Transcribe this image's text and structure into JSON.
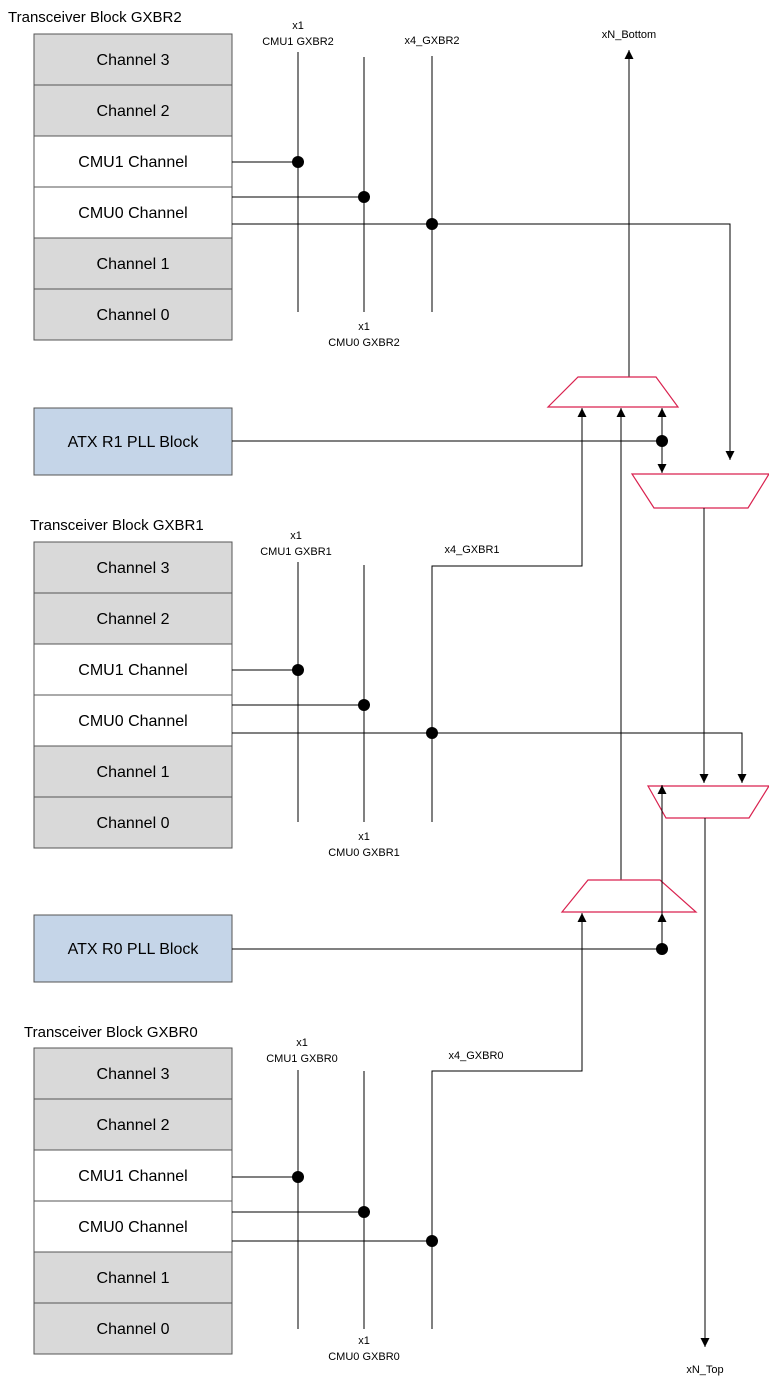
{
  "colors": {
    "grey_block": "#d9d9d9",
    "white_block": "#ffffff",
    "pll_block": "#c5d5e8",
    "mux_outline": "#d9224f",
    "wire": "#000000"
  },
  "blocks": [
    {
      "title": "Transceiver Block GXBR2",
      "channels": [
        "Channel 3",
        "Channel 2",
        "CMU1 Channel",
        "CMU0 Channel",
        "Channel 1",
        "Channel 0"
      ],
      "cmu1_label": [
        "x1",
        "CMU1 GXBR2"
      ],
      "cmu0_label": [
        "x1",
        "CMU0 GXBR2"
      ],
      "x4_label": "x4_GXBR2"
    },
    {
      "title": "Transceiver Block GXBR1",
      "channels": [
        "Channel 3",
        "Channel 2",
        "CMU1 Channel",
        "CMU0 Channel",
        "Channel 1",
        "Channel 0"
      ],
      "cmu1_label": [
        "x1",
        "CMU1 GXBR1"
      ],
      "cmu0_label": [
        "x1",
        "CMU0 GXBR1"
      ],
      "x4_label": "x4_GXBR1"
    },
    {
      "title": "Transceiver Block GXBR0",
      "channels": [
        "Channel 3",
        "Channel 2",
        "CMU1 Channel",
        "CMU0 Channel",
        "Channel 1",
        "Channel 0"
      ],
      "cmu1_label": [
        "x1",
        "CMU1 GXBR0"
      ],
      "cmu0_label": [
        "x1",
        "CMU0 GXBR0"
      ],
      "x4_label": "x4_GXBR0"
    }
  ],
  "plls": [
    {
      "label": "ATX R1 PLL Block"
    },
    {
      "label": "ATX R0 PLL Block"
    }
  ],
  "outputs": {
    "bottom": "xN_Bottom",
    "top": "xN_Top"
  }
}
